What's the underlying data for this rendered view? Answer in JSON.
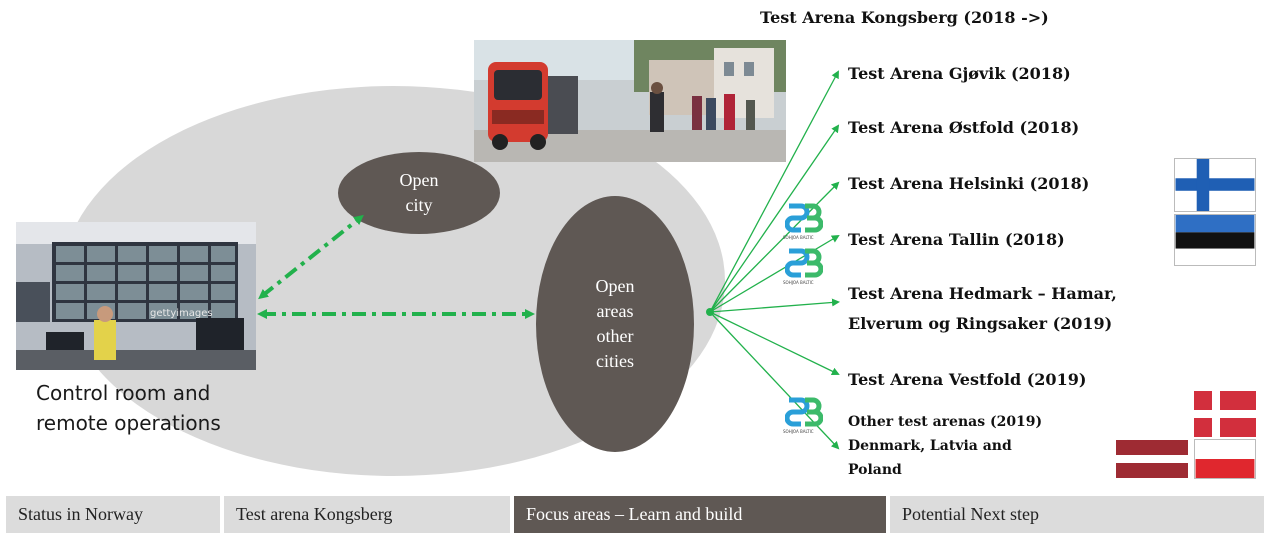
{
  "title": "Test Arena Kongsberg (2018 ->)",
  "nodes": {
    "open_city": "Open\ncity",
    "open_areas": "Open\nareas\nother\ncities"
  },
  "control_room_caption": "Control room and\nremote operations",
  "photo_watermark": "gettyimages",
  "arenas": [
    "Test Arena Gjøvik (2018)",
    "Test Arena Østfold (2018)",
    "Test Arena Helsinki (2018)",
    "Test Arena Tallin (2018)",
    "Test Arena Hedmark – Hamar,",
    "Elverum og Ringsaker (2019)",
    "Test Arena Vestfold (2019)",
    "Other test arenas (2019)",
    "Denmark, Latvia and",
    "Poland"
  ],
  "logo_text": "SOHJOA BALTIC",
  "tabs": [
    {
      "label": "Status in Norway",
      "active": false
    },
    {
      "label": "Test arena Kongsberg",
      "active": false
    },
    {
      "label": "Focus areas – Learn and build",
      "active": true
    },
    {
      "label": "Potential Next step",
      "active": false
    }
  ],
  "colors": {
    "arrow_green": "#22b14c",
    "node_fill": "#5f5854",
    "background_ellipse": "#d8d8d8",
    "active_tab": "#5f5854",
    "inactive_tab": "#dcdcdc"
  }
}
